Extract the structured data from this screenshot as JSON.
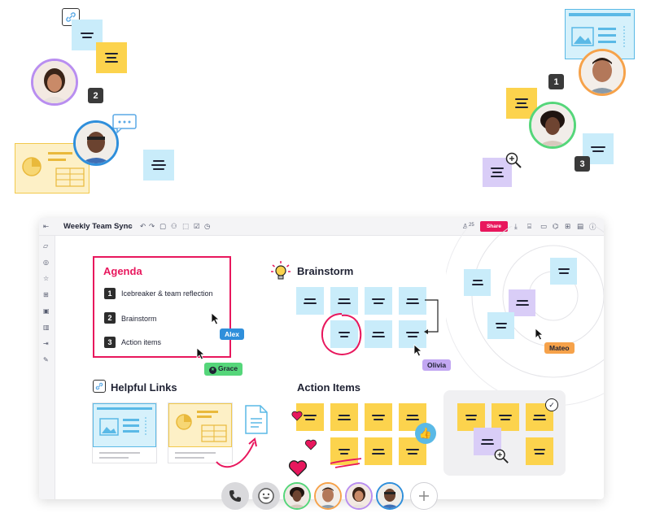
{
  "board": {
    "title": "Weekly Team Sync",
    "share_label": "Share",
    "participant_count": "25",
    "toolbar_icons": [
      "undo-icon",
      "redo-icon",
      "frame-icon",
      "shapes-icon",
      "upload-icon",
      "checklist-icon",
      "timer-icon"
    ],
    "right_icons": [
      "people-icon",
      "download-icon",
      "chat-icon",
      "comment-icon",
      "activity-icon",
      "grid-icon",
      "help-icon"
    ],
    "sidebar_icons": [
      "collapse-icon",
      "sticky-note-icon",
      "shape-icon",
      "star-icon",
      "frame-icon",
      "image-icon",
      "library-icon",
      "import-icon",
      "pen-icon"
    ]
  },
  "agenda": {
    "title": "Agenda",
    "items": [
      {
        "num": "1",
        "label": "Icebreaker & team reflection"
      },
      {
        "num": "2",
        "label": "Brainstorm"
      },
      {
        "num": "3",
        "label": "Action items"
      }
    ]
  },
  "sections": {
    "brainstorm": "Brainstorm",
    "helpful_links": "Helpful Links",
    "action_items": "Action Items"
  },
  "cursors": {
    "alex": "Alex",
    "grace": "Grace",
    "olivia": "Olivia",
    "mateo": "Mateo"
  },
  "badges": {
    "top_left": "2",
    "top_right_1": "1",
    "top_right_3": "3"
  },
  "colors": {
    "accent": "#e8175d",
    "note_blue": "#c9ecfa",
    "note_yellow": "#fcd34d",
    "note_purple": "#d9cdf7",
    "alex_tag": "#2f8fdb",
    "grace_tag": "#55d67a",
    "olivia_tag": "#c2a7f2",
    "mateo_tag": "#f6a24a"
  }
}
